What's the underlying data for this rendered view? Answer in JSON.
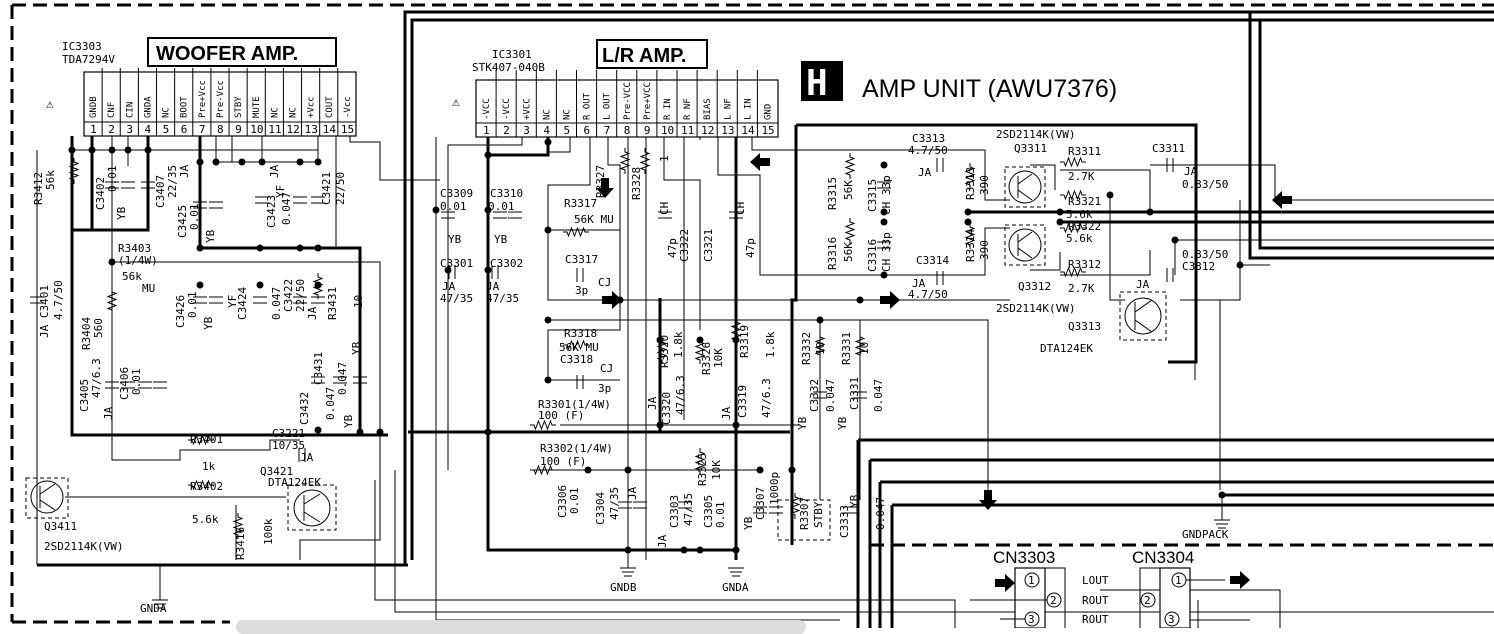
{
  "title": {
    "letter": "H",
    "text": "AMP UNIT (AWU7376)"
  },
  "ic_woofer": {
    "ref": "IC3303",
    "part": "TDA7294V",
    "name": "WOOFER AMP.",
    "pins": [
      "1",
      "2",
      "3",
      "4",
      "5",
      "6",
      "7",
      "8",
      "9",
      "10",
      "11",
      "12",
      "13",
      "14",
      "15"
    ],
    "pin_names": [
      "GNDB",
      "CNF",
      "CIN",
      "GNDA",
      "NC",
      "BOOT",
      "Pre+Vcc",
      "Pre-Vcc",
      "STBY",
      "MUTE",
      "NC",
      "NC",
      "+Vcc",
      "COUT",
      "-Vcc"
    ]
  },
  "ic_lr": {
    "ref": "IC3301",
    "part": "STK407-040B",
    "name": "L/R AMP.",
    "pins": [
      "1",
      "2",
      "3",
      "4",
      "5",
      "6",
      "7",
      "8",
      "9",
      "10",
      "11",
      "12",
      "13",
      "14",
      "15"
    ],
    "pin_names": [
      "-VCC",
      "-VCC",
      "+VCC",
      "NC",
      "NC",
      "R OUT",
      "L OUT",
      "Pre-VCC",
      "Pre+VCC",
      "R IN",
      "R NF",
      "BIAS",
      "L NF",
      "L IN",
      "GND"
    ]
  },
  "labels": [
    {
      "id": "r3412",
      "text": "R3412"
    },
    {
      "id": "r3412v",
      "text": "56k"
    },
    {
      "id": "c3402",
      "text": "C3402"
    },
    {
      "id": "c3402v",
      "text": "0.01"
    },
    {
      "id": "c3402t",
      "text": "YB"
    },
    {
      "id": "c3407",
      "text": "C3407"
    },
    {
      "id": "c3407v",
      "text": "22/35"
    },
    {
      "id": "c3407t",
      "text": "JA"
    },
    {
      "id": "c3425",
      "text": "C3425"
    },
    {
      "id": "c3425v",
      "text": "0.01"
    },
    {
      "id": "c3425t",
      "text": "YB"
    },
    {
      "id": "c3423",
      "text": "C3423"
    },
    {
      "id": "c3423t",
      "text": "YF"
    },
    {
      "id": "c3421t",
      "text": "JA"
    },
    {
      "id": "c3421v2",
      "text": "0.047"
    },
    {
      "id": "c3421",
      "text": "C3421"
    },
    {
      "id": "c3421v",
      "text": "22/50"
    },
    {
      "id": "r3403",
      "text": "R3403"
    },
    {
      "id": "r3403w",
      "text": "(1/4W)"
    },
    {
      "id": "r3403v",
      "text": "56k"
    },
    {
      "id": "r3403mu",
      "text": "MU"
    },
    {
      "id": "c3401",
      "text": "JA C3401"
    },
    {
      "id": "c3401v",
      "text": "4.7/50"
    },
    {
      "id": "r3404",
      "text": "R3404"
    },
    {
      "id": "r3404v",
      "text": "560"
    },
    {
      "id": "c3426",
      "text": "C3426"
    },
    {
      "id": "c3426v",
      "text": "0.01"
    },
    {
      "id": "c3426t",
      "text": "YB"
    },
    {
      "id": "c3424t",
      "text": "YF"
    },
    {
      "id": "c3424",
      "text": "C3424"
    },
    {
      "id": "c3424v",
      "text": "0.047"
    },
    {
      "id": "c3422",
      "text": "C3422"
    },
    {
      "id": "c3422v",
      "text": "22/50"
    },
    {
      "id": "c3422t",
      "text": "JA"
    },
    {
      "id": "r3431",
      "text": "R3431"
    },
    {
      "id": "r3431v",
      "text": "10"
    },
    {
      "id": "c3405",
      "text": "C3405"
    },
    {
      "id": "c3405v",
      "text": "47/6.3"
    },
    {
      "id": "c3405t",
      "text": "JA"
    },
    {
      "id": "c3406",
      "text": "C3406"
    },
    {
      "id": "c3406v",
      "text": "0.01"
    },
    {
      "id": "c3431",
      "text": "C3431"
    },
    {
      "id": "c3431t",
      "text": "YB"
    },
    {
      "id": "c3432",
      "text": "C3432"
    },
    {
      "id": "c3432t",
      "text": "YB"
    },
    {
      "id": "c3431v",
      "text": "0.047"
    },
    {
      "id": "c3432v",
      "text": "0.047"
    },
    {
      "id": "r3401",
      "text": "R3401"
    },
    {
      "id": "r3401v",
      "text": "1k"
    },
    {
      "id": "c3221",
      "text": "C3221"
    },
    {
      "id": "c3221v",
      "text": "10/35"
    },
    {
      "id": "c3221t",
      "text": "JA"
    },
    {
      "id": "q3421",
      "text": "Q3421"
    },
    {
      "id": "q3421p",
      "text": "DTA124EK"
    },
    {
      "id": "r3402",
      "text": "R3402"
    },
    {
      "id": "r3402v",
      "text": "5.6k"
    },
    {
      "id": "r3416",
      "text": "R3416"
    },
    {
      "id": "r3416v",
      "text": "100k"
    },
    {
      "id": "q3411",
      "text": "Q3411"
    },
    {
      "id": "q3411p",
      "text": "2SD2114K(VW)"
    },
    {
      "id": "gnda1",
      "text": "GNDA"
    },
    {
      "id": "c3309",
      "text": "C3309"
    },
    {
      "id": "c3309v",
      "text": "0.01"
    },
    {
      "id": "c3309t",
      "text": "YB"
    },
    {
      "id": "c3310",
      "text": "C3310"
    },
    {
      "id": "c3310v",
      "text": "0.01"
    },
    {
      "id": "c3310t",
      "text": "YB"
    },
    {
      "id": "c3301",
      "text": "C3301"
    },
    {
      "id": "c3301t",
      "text": "JA"
    },
    {
      "id": "c3301v",
      "text": "47/35"
    },
    {
      "id": "c3302",
      "text": "C3302"
    },
    {
      "id": "c3302t",
      "text": "JA"
    },
    {
      "id": "c3302v",
      "text": "47/35"
    },
    {
      "id": "r3327",
      "text": "R3327"
    },
    {
      "id": "r3328",
      "text": "R3328"
    },
    {
      "id": "r3328v",
      "text": "1"
    },
    {
      "id": "r3317",
      "text": "R3317"
    },
    {
      "id": "r3317v",
      "text": "56K MU"
    },
    {
      "id": "c3317",
      "text": "C3317"
    },
    {
      "id": "c3317v",
      "text": "3p"
    },
    {
      "id": "c3317t",
      "text": "CJ"
    },
    {
      "id": "ch47a",
      "text": "47p"
    },
    {
      "id": "chA",
      "text": "CH"
    },
    {
      "id": "c3322",
      "text": "C3322"
    },
    {
      "id": "c3321",
      "text": "C3321"
    },
    {
      "id": "chB",
      "text": "CH"
    },
    {
      "id": "ch47b",
      "text": "47p"
    },
    {
      "id": "r3318",
      "text": "R3318"
    },
    {
      "id": "r3318v",
      "text": "56K MU"
    },
    {
      "id": "c3318",
      "text": "C3318"
    },
    {
      "id": "c3318t",
      "text": "CJ"
    },
    {
      "id": "c3318v",
      "text": "3p"
    },
    {
      "id": "r3320",
      "text": "R3320"
    },
    {
      "id": "r3320v",
      "text": "1.8k"
    },
    {
      "id": "r3326",
      "text": "R3326"
    },
    {
      "id": "r3326v",
      "text": "10K"
    },
    {
      "id": "r3319",
      "text": "R3319"
    },
    {
      "id": "r3319v",
      "text": "1.8k"
    },
    {
      "id": "c3320t",
      "text": "JA"
    },
    {
      "id": "c3320",
      "text": "C3320"
    },
    {
      "id": "c3320v",
      "text": "47/6.3"
    },
    {
      "id": "c3319t",
      "text": "JA"
    },
    {
      "id": "c3319",
      "text": "C3319"
    },
    {
      "id": "c3319v",
      "text": "47/6.3"
    },
    {
      "id": "r3301",
      "text": "R3301(1/4W)"
    },
    {
      "id": "r3301v",
      "text": "100 (F)"
    },
    {
      "id": "r3302",
      "text": "R3302(1/4W)"
    },
    {
      "id": "r3302v",
      "text": "100 (F)"
    },
    {
      "id": "c3306",
      "text": "C3306"
    },
    {
      "id": "c3306v",
      "text": "0.01"
    },
    {
      "id": "c3304",
      "text": "C3304"
    },
    {
      "id": "c3304v",
      "text": "47/35"
    },
    {
      "id": "c3304t",
      "text": "JA"
    },
    {
      "id": "c3303t",
      "text": "JA"
    },
    {
      "id": "c3303",
      "text": "C3303"
    },
    {
      "id": "c3303v",
      "text": "47/35"
    },
    {
      "id": "c3305",
      "text": "C3305"
    },
    {
      "id": "c3305v",
      "text": "0.01"
    },
    {
      "id": "r3325",
      "text": "R3325"
    },
    {
      "id": "r3325v",
      "text": "10K"
    },
    {
      "id": "c3307t",
      "text": "YB"
    },
    {
      "id": "c3307",
      "text": "C3307"
    },
    {
      "id": "c3307v",
      "text": "1000p"
    },
    {
      "id": "r3307",
      "text": "R3307"
    },
    {
      "id": "r3307s",
      "text": "STBY"
    },
    {
      "id": "c3333",
      "text": "C3333"
    },
    {
      "id": "c3333t",
      "text": "YB"
    },
    {
      "id": "c3333v",
      "text": "0.047"
    },
    {
      "id": "gndb",
      "text": "GNDB"
    },
    {
      "id": "gnda2",
      "text": "GNDA"
    },
    {
      "id": "r3332",
      "text": "R3332"
    },
    {
      "id": "r3332v",
      "text": "10"
    },
    {
      "id": "r3331",
      "text": "R3331"
    },
    {
      "id": "r3331v",
      "text": "10"
    },
    {
      "id": "c3332t",
      "text": "YB"
    },
    {
      "id": "c3332",
      "text": "C3332"
    },
    {
      "id": "c3332v",
      "text": "0.047"
    },
    {
      "id": "c3331t",
      "text": "YB"
    },
    {
      "id": "c3331",
      "text": "C3331"
    },
    {
      "id": "c3331v",
      "text": "0.047"
    },
    {
      "id": "c3313",
      "text": "C3313"
    },
    {
      "id": "c3313v",
      "text": "4.7/50"
    },
    {
      "id": "c3313t",
      "text": "JA"
    },
    {
      "id": "q3311p",
      "text": "2SD2114K(VW)"
    },
    {
      "id": "q3311",
      "text": "Q3311"
    },
    {
      "id": "r3311",
      "text": "R3311"
    },
    {
      "id": "r3311v",
      "text": "2.7K"
    },
    {
      "id": "c3311",
      "text": "C3311"
    },
    {
      "id": "c3311t",
      "text": "JA"
    },
    {
      "id": "c3311v",
      "text": "0.33/50"
    },
    {
      "id": "r3315",
      "text": "R3315"
    },
    {
      "id": "r3315v",
      "text": "56K"
    },
    {
      "id": "c3315",
      "text": "C3315"
    },
    {
      "id": "c3315v",
      "text": "CH 33p"
    },
    {
      "id": "r3313",
      "text": "R3313"
    },
    {
      "id": "r3313v",
      "text": "390"
    },
    {
      "id": "r3321",
      "text": "R3321"
    },
    {
      "id": "r3321v",
      "text": "5.6k"
    },
    {
      "id": "r3322",
      "text": "R3322"
    },
    {
      "id": "r3322v",
      "text": "5.6k"
    },
    {
      "id": "r3316",
      "text": "R3316"
    },
    {
      "id": "r3316v",
      "text": "56K"
    },
    {
      "id": "c3316",
      "text": "C3316"
    },
    {
      "id": "c3316v",
      "text": "CH 33p"
    },
    {
      "id": "c3314",
      "text": "C3314"
    },
    {
      "id": "c3314v",
      "text": "4.7/50"
    },
    {
      "id": "c3314t",
      "text": "JA"
    },
    {
      "id": "r3314",
      "text": "R3314"
    },
    {
      "id": "r3314v",
      "text": "390"
    },
    {
      "id": "r3312",
      "text": "R3312"
    },
    {
      "id": "r3312v",
      "text": "2.7K"
    },
    {
      "id": "c3312v",
      "text": "0.33/50"
    },
    {
      "id": "c3312",
      "text": "C3312"
    },
    {
      "id": "c3312t",
      "text": "JA"
    },
    {
      "id": "q3312",
      "text": "Q3312"
    },
    {
      "id": "q3312p",
      "text": "2SD2114K(VW)"
    },
    {
      "id": "q3313",
      "text": "Q3313"
    },
    {
      "id": "q3313p",
      "text": "DTA124EK"
    },
    {
      "id": "gndpack",
      "text": "GNDPACK"
    }
  ],
  "connectors": [
    {
      "ref": "CN3303",
      "pins": [
        "1",
        "2",
        "3"
      ]
    },
    {
      "ref": "CN3304",
      "pins": [
        "1",
        "2",
        "3"
      ],
      "signals": [
        "LOUT",
        "ROUT",
        "ROUT"
      ]
    }
  ]
}
